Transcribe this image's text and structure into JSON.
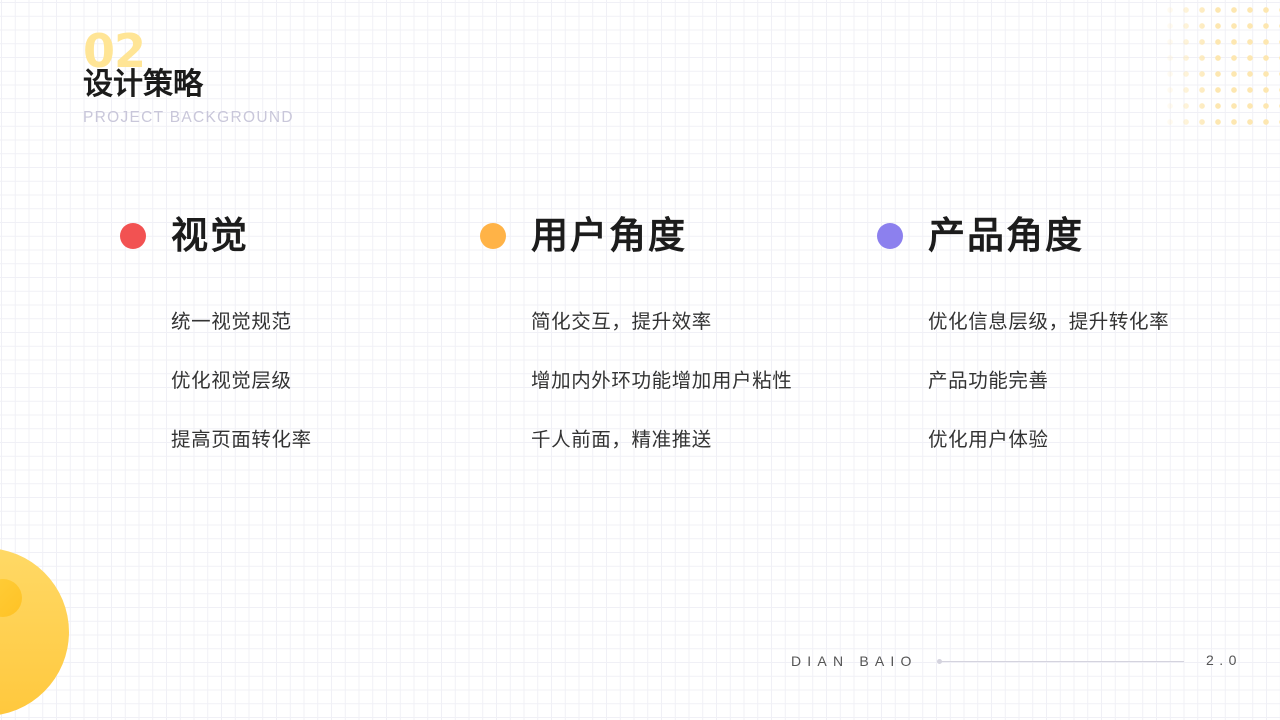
{
  "header": {
    "section_number": "02",
    "title": "设计策略",
    "subtitle": "PROJECT BACKGROUND"
  },
  "columns": [
    {
      "title": "视觉",
      "dot_color": "#f25252",
      "items": [
        "统一视觉规范",
        "优化视觉层级",
        "提高页面转化率"
      ]
    },
    {
      "title": "用户角度",
      "dot_color": "#ffb347",
      "items": [
        "简化交互，提升效率",
        "增加内外环功能增加用户粘性",
        "千人前面，精准推送"
      ]
    },
    {
      "title": "产品角度",
      "dot_color": "#8c80ee",
      "items": [
        "优化信息层级，提升转化率",
        "产品功能完善",
        "优化用户体验"
      ]
    }
  ],
  "footer": {
    "brand": "DIAN BAIO",
    "version": "2.0"
  },
  "colors": {
    "accent_yellow": "#ffc83d",
    "number_yellow": "#ffe596",
    "subtitle_gray": "#c9c7da",
    "grid_line": "#f0f0f6"
  }
}
